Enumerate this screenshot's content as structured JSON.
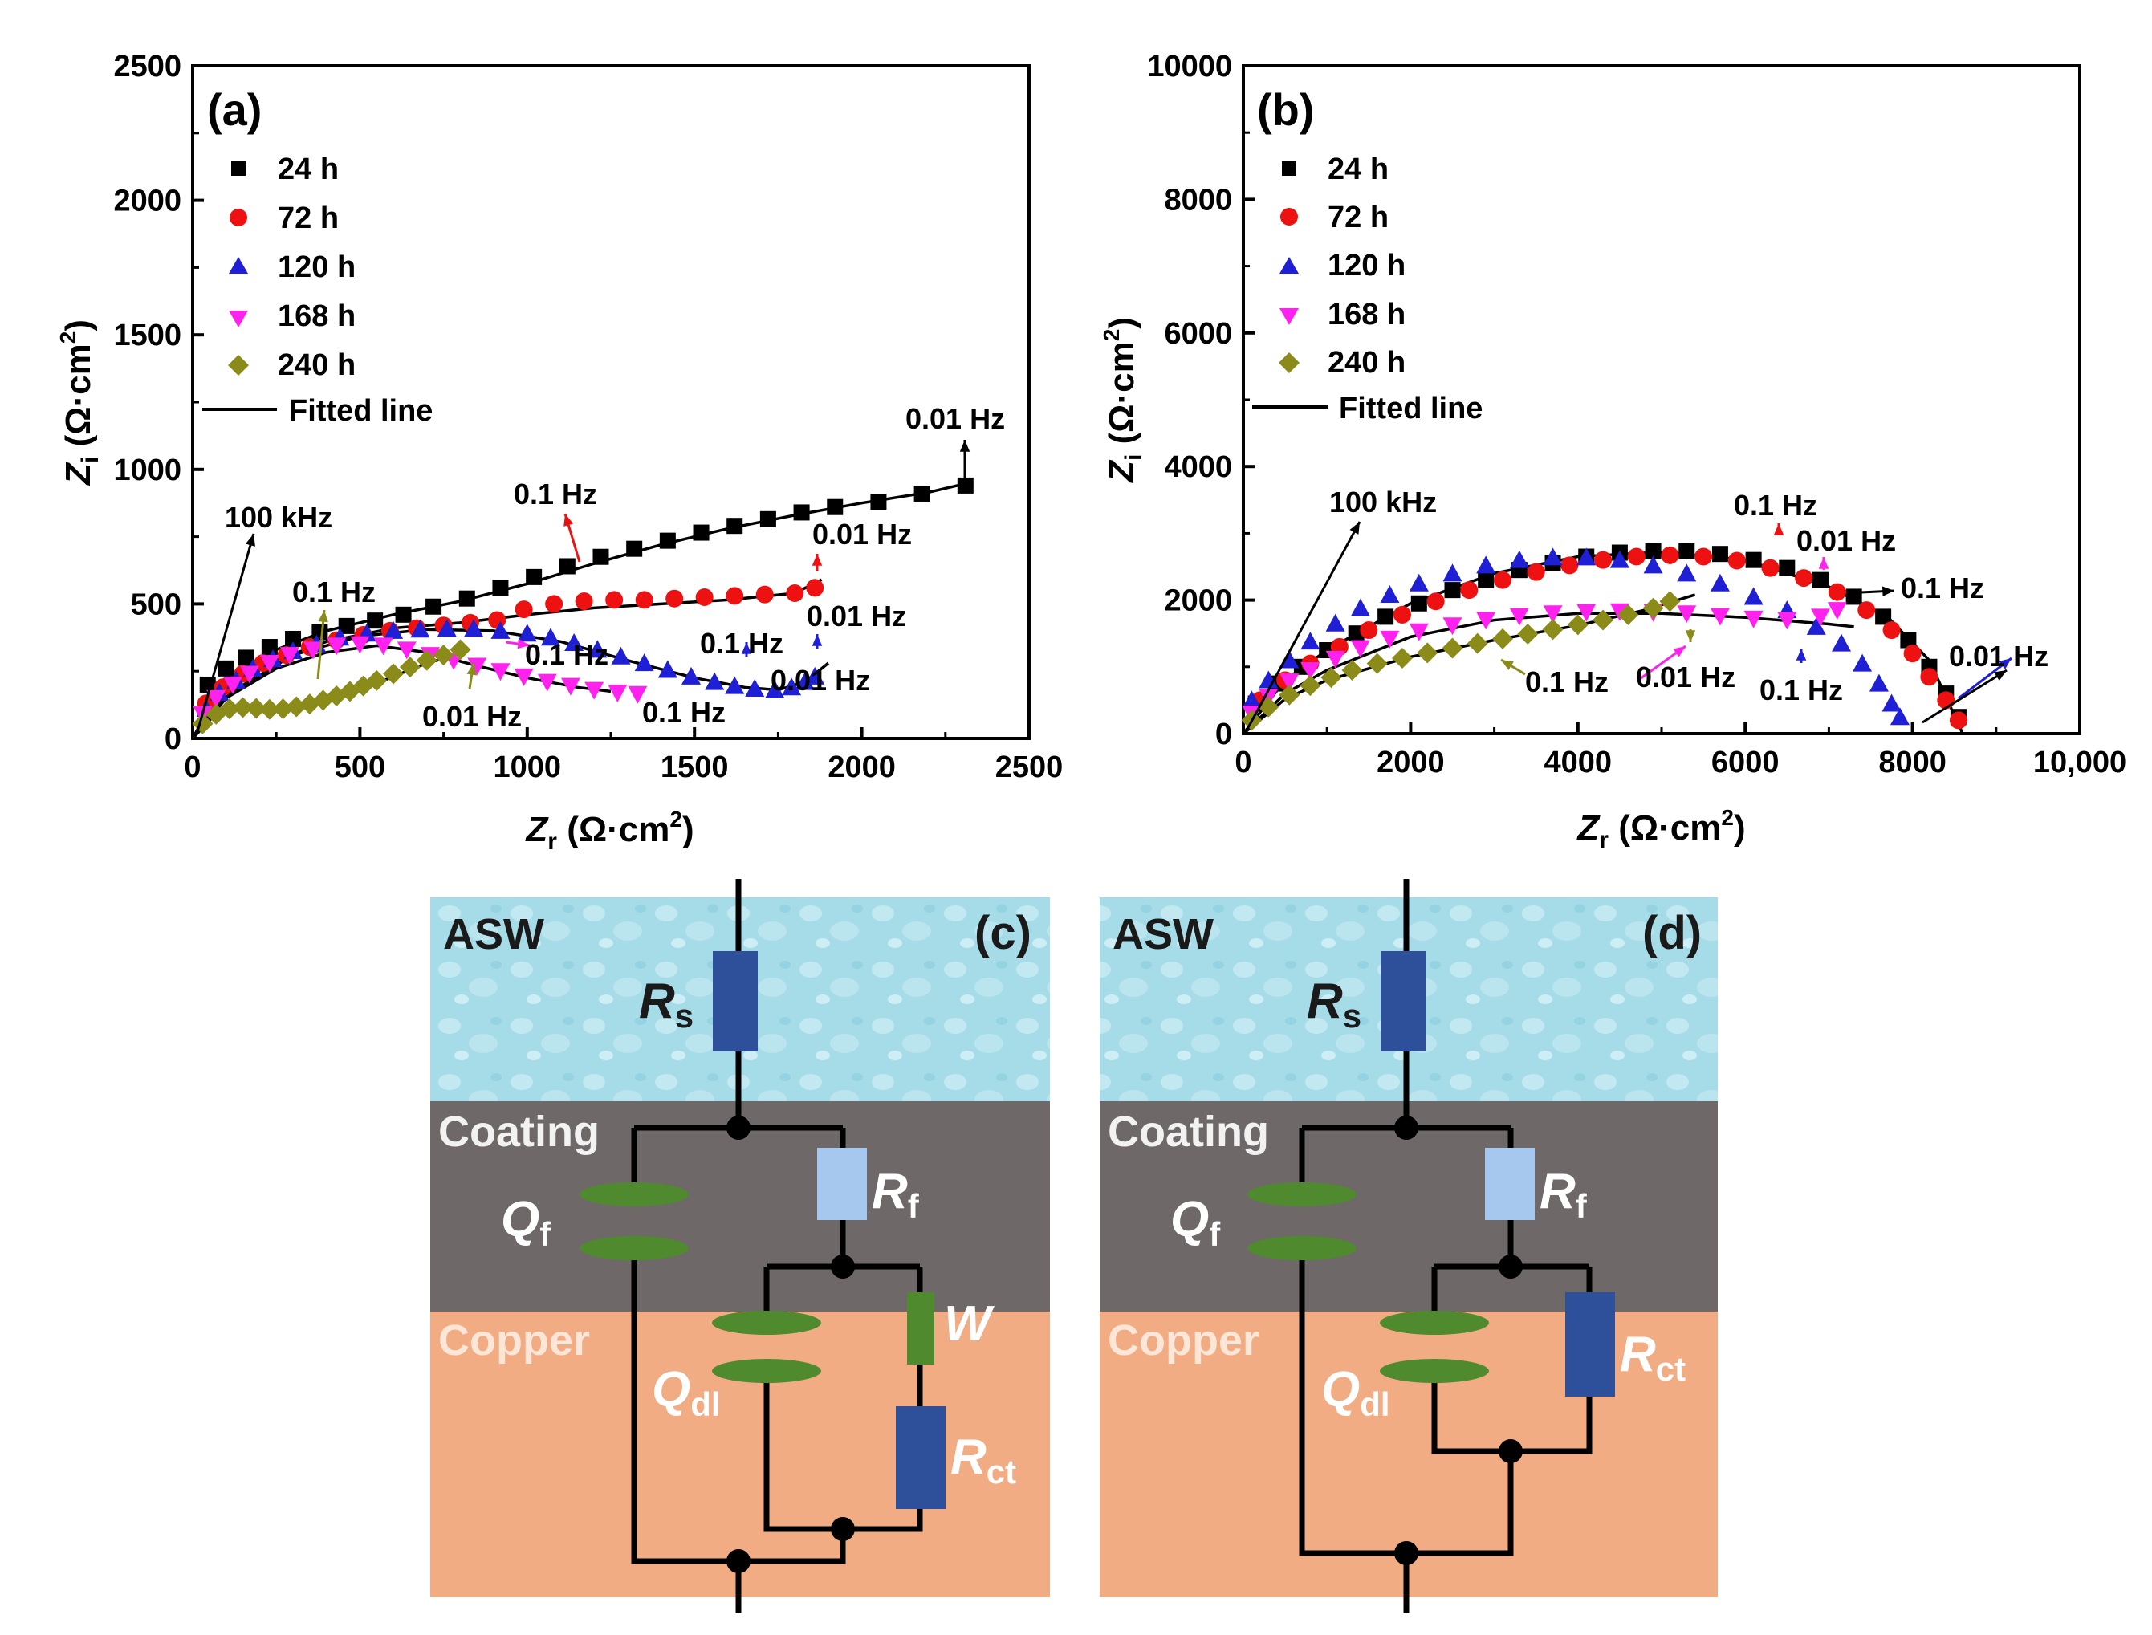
{
  "chart_data": [
    {
      "type": "scatter",
      "panel": "(a)",
      "xlabel": "Z",
      "xlabel_sub": "r",
      "xlabel_unit": " (Ω·cm",
      "ylabel": "Z",
      "ylabel_sub": "i",
      "ylabel_unit": " (Ω·cm",
      "unit_sup": "2",
      "unit_close": ")",
      "xlim": [
        0,
        2500
      ],
      "ylim": [
        0,
        2500
      ],
      "xticks": [
        "0",
        "500",
        "1000",
        "1500",
        "2000",
        "2500"
      ],
      "yticks": [
        "0",
        "500",
        "1000",
        "1500",
        "2000",
        "2500"
      ],
      "legend_position": "top-left",
      "fit_label": "Fitted line",
      "series": [
        {
          "name": "24 h",
          "marker": "square",
          "color": "#000000",
          "x": [
            45,
            100,
            160,
            230,
            300,
            380,
            460,
            545,
            630,
            720,
            820,
            920,
            1020,
            1120,
            1220,
            1320,
            1420,
            1520,
            1620,
            1720,
            1820,
            1920,
            2050,
            2180,
            2310
          ],
          "y": [
            200,
            260,
            300,
            340,
            370,
            395,
            418,
            438,
            460,
            490,
            520,
            560,
            600,
            640,
            675,
            705,
            735,
            765,
            790,
            815,
            840,
            860,
            880,
            910,
            940
          ],
          "fit_x": [
            0,
            100,
            250,
            400,
            600,
            800,
            1000,
            1200,
            1400,
            1600,
            1800,
            2000,
            2200,
            2320
          ],
          "fit_y": [
            0,
            230,
            330,
            400,
            460,
            510,
            575,
            650,
            720,
            780,
            830,
            875,
            915,
            950
          ]
        },
        {
          "name": "72 h",
          "marker": "circle",
          "color": "#ee1111",
          "x": [
            40,
            90,
            150,
            210,
            280,
            350,
            430,
            510,
            590,
            670,
            750,
            830,
            910,
            990,
            1080,
            1170,
            1260,
            1350,
            1440,
            1530,
            1620,
            1710,
            1800,
            1860
          ],
          "y": [
            130,
            190,
            240,
            280,
            310,
            340,
            365,
            385,
            400,
            410,
            420,
            430,
            440,
            480,
            500,
            510,
            515,
            515,
            520,
            525,
            530,
            535,
            540,
            560
          ],
          "fit_x": [
            0,
            100,
            250,
            400,
            600,
            800,
            1000,
            1200,
            1400,
            1600,
            1800,
            1880
          ],
          "fit_y": [
            0,
            180,
            290,
            360,
            410,
            430,
            460,
            485,
            500,
            515,
            540,
            590
          ]
        },
        {
          "name": "120 h",
          "marker": "triangle-up",
          "color": "#1f1fd6",
          "x": [
            40,
            80,
            130,
            180,
            240,
            300,
            370,
            440,
            520,
            600,
            680,
            760,
            840,
            920,
            1000,
            1070,
            1140,
            1210,
            1280,
            1350,
            1420,
            1490,
            1560,
            1620,
            1680,
            1740,
            1790,
            1830,
            1860
          ],
          "y": [
            110,
            170,
            215,
            260,
            295,
            325,
            350,
            375,
            390,
            400,
            405,
            408,
            408,
            400,
            390,
            375,
            355,
            330,
            305,
            280,
            255,
            230,
            210,
            195,
            185,
            180,
            190,
            210,
            230
          ],
          "fit_x": [
            0,
            100,
            300,
            500,
            700,
            900,
            1100,
            1300,
            1500,
            1650,
            1750,
            1830,
            1900
          ],
          "fit_y": [
            0,
            160,
            310,
            380,
            405,
            400,
            360,
            290,
            225,
            190,
            180,
            210,
            280
          ]
        },
        {
          "name": "168 h",
          "marker": "triangle-down",
          "color": "#ff22ee",
          "x": [
            30,
            70,
            120,
            170,
            230,
            290,
            360,
            430,
            500,
            570,
            640,
            710,
            780,
            850,
            920,
            990,
            1060,
            1130,
            1200,
            1270,
            1330
          ],
          "y": [
            90,
            150,
            200,
            240,
            280,
            310,
            330,
            345,
            350,
            345,
            330,
            310,
            290,
            270,
            250,
            230,
            210,
            195,
            180,
            170,
            165
          ],
          "fit_x": [
            0,
            100,
            250,
            400,
            550,
            700,
            850,
            1000,
            1150,
            1250
          ],
          "fit_y": [
            0,
            150,
            260,
            320,
            345,
            320,
            270,
            225,
            190,
            175
          ]
        },
        {
          "name": "240 h",
          "marker": "diamond",
          "color": "#8b8b1a",
          "x": [
            30,
            70,
            110,
            150,
            190,
            230,
            270,
            310,
            350,
            390,
            430,
            470,
            510,
            550,
            600,
            650,
            700,
            750,
            800
          ],
          "y": [
            55,
            90,
            110,
            115,
            112,
            108,
            110,
            118,
            128,
            142,
            158,
            175,
            195,
            215,
            240,
            265,
            290,
            310,
            330
          ],
          "fit_x": [
            0,
            60,
            120,
            180,
            240,
            300,
            360,
            420,
            480,
            540,
            600,
            700,
            760
          ],
          "fit_y": [
            0,
            80,
            105,
            110,
            105,
            110,
            125,
            145,
            170,
            200,
            230,
            280,
            300
          ]
        }
      ],
      "annotations": [
        "100 kHz",
        "0.1 Hz",
        "0.01 Hz",
        "0.1 Hz",
        "0.01 Hz",
        "0.1 Hz",
        "0.01 Hz",
        "0.1 Hz",
        "0.01 Hz",
        "0.1 Hz",
        "0.01 Hz"
      ]
    },
    {
      "type": "scatter",
      "panel": "(b)",
      "xlabel": "Z",
      "xlabel_sub": "r",
      "xlabel_unit": " (Ω·cm",
      "ylabel": "Z",
      "ylabel_sub": "i",
      "ylabel_unit": " (Ω·cm",
      "unit_sup": "2",
      "unit_close": ")",
      "xlim": [
        0,
        10000
      ],
      "ylim": [
        0,
        10000
      ],
      "xticks": [
        "0",
        "2000",
        "4000",
        "6000",
        "8000",
        "10,000"
      ],
      "yticks": [
        "0",
        "2000",
        "4000",
        "6000",
        "8000",
        "10000"
      ],
      "legend_position": "top-left",
      "fit_label": "Fitted line",
      "series": [
        {
          "name": "24 h",
          "marker": "square",
          "color": "#000000",
          "x": [
            150,
            400,
            700,
            1000,
            1350,
            1700,
            2100,
            2500,
            2900,
            3300,
            3700,
            4100,
            4500,
            4900,
            5300,
            5700,
            6100,
            6500,
            6900,
            7300,
            7650,
            7950,
            8200,
            8400,
            8550
          ],
          "y": [
            450,
            750,
            1000,
            1250,
            1500,
            1750,
            1950,
            2150,
            2300,
            2450,
            2560,
            2650,
            2710,
            2740,
            2730,
            2690,
            2600,
            2480,
            2300,
            2050,
            1750,
            1400,
            1000,
            600,
            250
          ],
          "fit_x": [
            0,
            500,
            1000,
            2000,
            3000,
            4000,
            5000,
            6000,
            7000,
            7700,
            8200,
            8600
          ],
          "fit_y": [
            0,
            800,
            1250,
            1950,
            2400,
            2650,
            2720,
            2600,
            2200,
            1750,
            1100,
            0
          ]
        },
        {
          "name": "72 h",
          "marker": "circle",
          "color": "#ee1111",
          "x": [
            200,
            500,
            800,
            1150,
            1500,
            1900,
            2300,
            2700,
            3100,
            3500,
            3900,
            4300,
            4700,
            5100,
            5500,
            5900,
            6300,
            6700,
            7100,
            7450,
            7750,
            8000,
            8200,
            8400,
            8550
          ],
          "y": [
            500,
            800,
            1050,
            1300,
            1550,
            1780,
            1980,
            2150,
            2300,
            2420,
            2520,
            2600,
            2650,
            2670,
            2650,
            2590,
            2480,
            2330,
            2120,
            1850,
            1550,
            1200,
            850,
            500,
            200
          ]
        },
        {
          "name": "120 h",
          "marker": "triangle-up",
          "color": "#1f1fd6",
          "x": [
            100,
            300,
            550,
            800,
            1100,
            1400,
            1750,
            2100,
            2500,
            2900,
            3300,
            3700,
            4100,
            4500,
            4900,
            5300,
            5700,
            6100,
            6500,
            6850,
            7150,
            7400,
            7600,
            7750,
            7850
          ],
          "y": [
            500,
            800,
            1100,
            1380,
            1650,
            1880,
            2080,
            2250,
            2400,
            2520,
            2600,
            2640,
            2640,
            2600,
            2520,
            2400,
            2250,
            2050,
            1850,
            1600,
            1350,
            1050,
            750,
            450,
            250
          ]
        },
        {
          "name": "168 h",
          "marker": "triangle-down",
          "color": "#ff22ee",
          "x": [
            100,
            300,
            550,
            800,
            1100,
            1400,
            1750,
            2100,
            2500,
            2900,
            3300,
            3700,
            4100,
            4500,
            4900,
            5300,
            5700,
            6100,
            6500,
            6900,
            7100
          ],
          "y": [
            300,
            550,
            780,
            950,
            1120,
            1280,
            1420,
            1530,
            1620,
            1700,
            1760,
            1800,
            1820,
            1830,
            1820,
            1800,
            1760,
            1720,
            1700,
            1750,
            1850
          ],
          "fit_x": [
            0,
            500,
            1000,
            2000,
            3000,
            4000,
            5000,
            6000,
            7000,
            7300
          ],
          "fit_y": [
            0,
            600,
            950,
            1450,
            1700,
            1800,
            1800,
            1740,
            1640,
            1600
          ]
        },
        {
          "name": "240 h",
          "marker": "diamond",
          "color": "#8b8b1a",
          "x": [
            100,
            300,
            550,
            800,
            1050,
            1300,
            1600,
            1900,
            2200,
            2500,
            2800,
            3100,
            3400,
            3700,
            4000,
            4300,
            4600,
            4900,
            5100
          ],
          "y": [
            200,
            400,
            580,
            720,
            840,
            950,
            1050,
            1130,
            1210,
            1280,
            1350,
            1420,
            1490,
            1560,
            1630,
            1700,
            1780,
            1880,
            1980
          ],
          "fit_x": [
            0,
            500,
            1000,
            2000,
            3000,
            4000,
            4800,
            5400
          ],
          "fit_y": [
            0,
            520,
            800,
            1150,
            1400,
            1620,
            1850,
            2080
          ]
        }
      ],
      "annotations": [
        "100 kHz",
        "0.1 Hz",
        "0.01 Hz",
        "0.1 Hz",
        "0.01 Hz",
        "0.1 Hz",
        "0.01 Hz",
        "0.1 Hz"
      ]
    }
  ],
  "circuits": [
    {
      "panel": "(c)",
      "solution": "ASW",
      "layer1": "Coating",
      "layer2": "Copper",
      "components": {
        "Rs": {
          "main": "R",
          "sub": "s"
        },
        "Rf": {
          "main": "R",
          "sub": "f"
        },
        "Qf": {
          "main": "Q",
          "sub": "f"
        },
        "Qdl": {
          "main": "Q",
          "sub": "dl"
        },
        "W": {
          "main": "W",
          "sub": ""
        },
        "Rct": {
          "main": "R",
          "sub": "ct"
        }
      }
    },
    {
      "panel": "(d)",
      "solution": "ASW",
      "layer1": "Coating",
      "layer2": "Copper",
      "components": {
        "Rs": {
          "main": "R",
          "sub": "s"
        },
        "Rf": {
          "main": "R",
          "sub": "f"
        },
        "Qf": {
          "main": "Q",
          "sub": "f"
        },
        "Qdl": {
          "main": "Q",
          "sub": "dl"
        },
        "Rct": {
          "main": "R",
          "sub": "ct"
        }
      }
    }
  ],
  "colors": {
    "water": "#9fd8e6",
    "coating": "#6e6868",
    "copper": "#f2ac84",
    "resistor_dark": "#2e4f9a",
    "resistor_light": "#a7c8ee",
    "capacitor": "#4f8a2e"
  }
}
